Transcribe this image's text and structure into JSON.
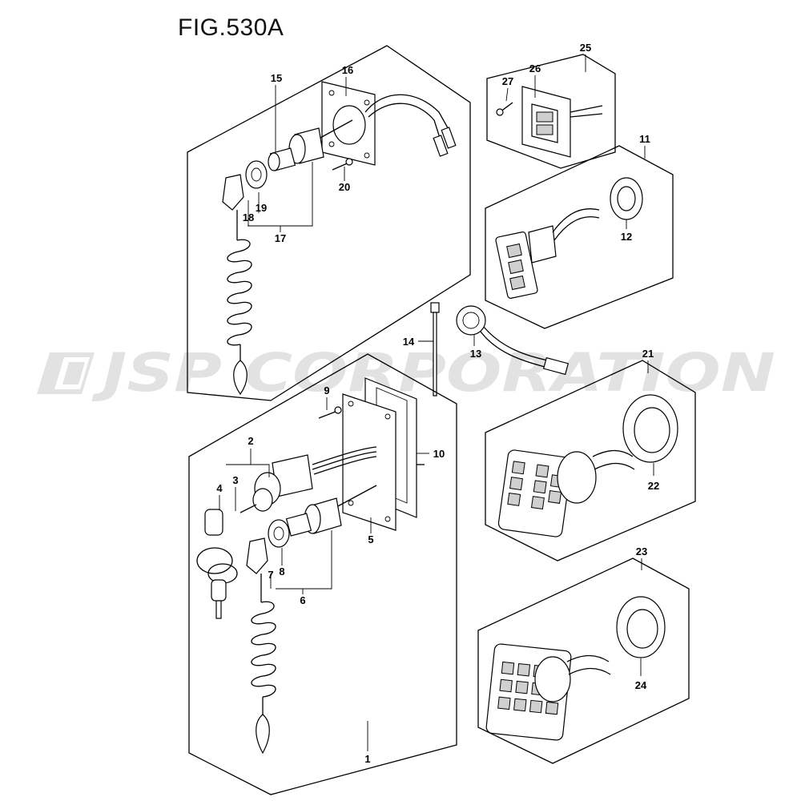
{
  "figure": {
    "title": "FIG.530A"
  },
  "watermark": {
    "text": "JSP CORPORATION",
    "color": "#e2e2e2"
  },
  "callouts": {
    "p1": "1",
    "p2": "2",
    "p3": "3",
    "p4": "4",
    "p5": "5",
    "p6": "6",
    "p7": "7",
    "p8": "8",
    "p9": "9",
    "p10": "10",
    "p11": "11",
    "p12": "12",
    "p13": "13",
    "p14": "14",
    "p15": "15",
    "p16": "16",
    "p17": "17",
    "p18": "18",
    "p19": "19",
    "p20": "20",
    "p21": "21",
    "p22": "22",
    "p23": "23",
    "p24": "24",
    "p25": "25",
    "p26": "26",
    "p27": "27"
  }
}
